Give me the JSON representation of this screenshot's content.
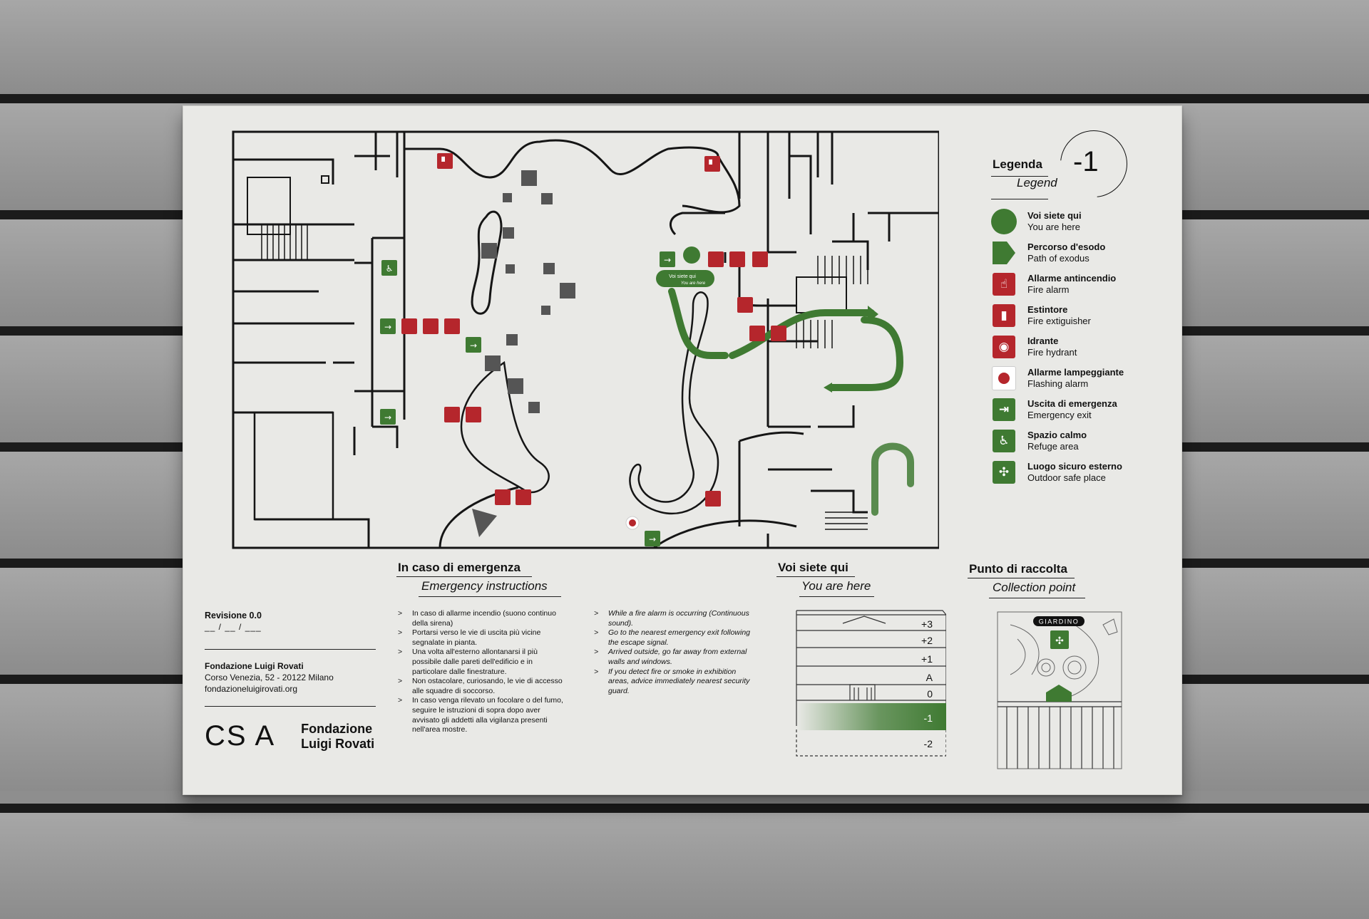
{
  "legend": {
    "title": "Legenda",
    "subtitle": "Legend",
    "floor": "-1",
    "items": [
      {
        "it": "Voi siete qui",
        "en": "You are here",
        "icon": "you-are-here-dot"
      },
      {
        "it": "Percorso d'esodo",
        "en": "Path of exodus",
        "icon": "exodus-arrow"
      },
      {
        "it": "Allarme antincendio",
        "en": "Fire alarm",
        "icon": "fire-alarm"
      },
      {
        "it": "Estintore",
        "en": "Fire extiguisher",
        "icon": "fire-extinguisher"
      },
      {
        "it": "Idrante",
        "en": "Fire hydrant",
        "icon": "fire-hydrant"
      },
      {
        "it": "Allarme lampeggiante",
        "en": "Flashing alarm",
        "icon": "flashing-alarm"
      },
      {
        "it": "Uscita di emergenza",
        "en": "Emergency exit",
        "icon": "emergency-exit"
      },
      {
        "it": "Spazio calmo",
        "en": "Refuge area",
        "icon": "refuge-area"
      },
      {
        "it": "Luogo sicuro esterno",
        "en": "Outdoor safe place",
        "icon": "outdoor-safe-place"
      }
    ]
  },
  "map": {
    "here_label_it": "Voi siete qui",
    "here_label_en": "You are here"
  },
  "revision": {
    "label": "Revisione 0.0",
    "date": "__ / __ / ___"
  },
  "org": {
    "name": "Fondazione Luigi Rovati",
    "address": "Corso Venezia, 52 - 20122 Milano",
    "website": "fondazioneluigirovati.org"
  },
  "logo": {
    "mark": "CS A",
    "line1": "Fondazione",
    "line2": "Luigi Rovati"
  },
  "emergency": {
    "title": "In caso di emergenza",
    "subtitle": "Emergency instructions",
    "it": [
      "In caso di allarme incendio (suono continuo della sirena)",
      "Portarsi verso le vie di uscita più vicine segnalate in pianta.",
      "Una volta all'esterno allontanarsi il più possibile dalle pareti dell'edificio e in particolare dalle finestrature.",
      "Non ostacolare, curiosando, le vie di accesso alle squadre di soccorso.",
      "In caso venga rilevato un focolare o del fumo, seguire le istruzioni di sopra dopo aver avvisato gli addetti alla vigilanza presenti nell'area mostre."
    ],
    "en": [
      "While a fire alarm is occurring (Continuous sound).",
      "Go to the nearest emergency exit following the escape signal.",
      "Arrived outside, go far away from external walls and windows.",
      "If you detect fire or smoke in exhibition areas, advice immediately nearest security guard."
    ]
  },
  "you_are_here": {
    "title": "Voi siete qui",
    "subtitle": "You are here",
    "floors": [
      "+3",
      "+2",
      "+1",
      "A",
      "0",
      "-1",
      "-2"
    ],
    "current": "-1"
  },
  "collection": {
    "title": "Punto di raccolta",
    "subtitle": "Collection point",
    "place": "GIARDINO"
  },
  "colors": {
    "red": "#b5262c",
    "green": "#3f7a32",
    "panel": "#e9e9e6"
  }
}
